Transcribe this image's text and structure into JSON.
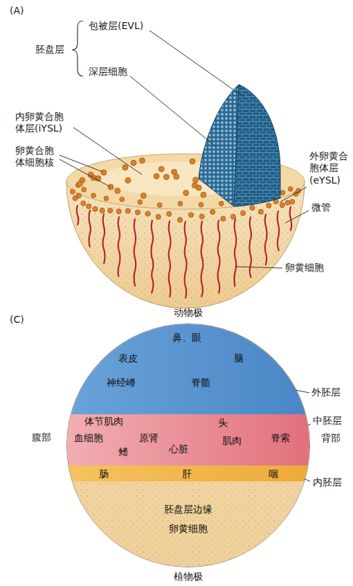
{
  "diagram": {
    "nodes": [
      {
        "text": [
          "鼻、眼",
          "表皮",
          "脑",
          "神经嵴",
          "脊髓"
        ]
      },
      {
        "text": [
          "体节肌肉",
          "头",
          "血细胞",
          "原肾",
          "肌肉",
          "脊索",
          "鳍",
          "心脏"
        ]
      },
      {
        "text": [
          "肠",
          "肝",
          "咽"
        ]
      },
      {
        "text": [
          "胚盘层边缘",
          "卵黄细胞"
        ]
      }
    ],
    "labels": [
      "(A)",
      "包被层(EVL)",
      "胚盘层",
      "深层细胞",
      "内卵黄合胞体层(iYSL)",
      "卵黄合胞体细胞核",
      "外卵黄合胞体层(eYSL)",
      "微管",
      "卵黄细胞",
      "(C)",
      "动物极",
      "外胚层",
      "腹部",
      "中胚层",
      "背部",
      "内胚层",
      "植物极"
    ]
  }
}
